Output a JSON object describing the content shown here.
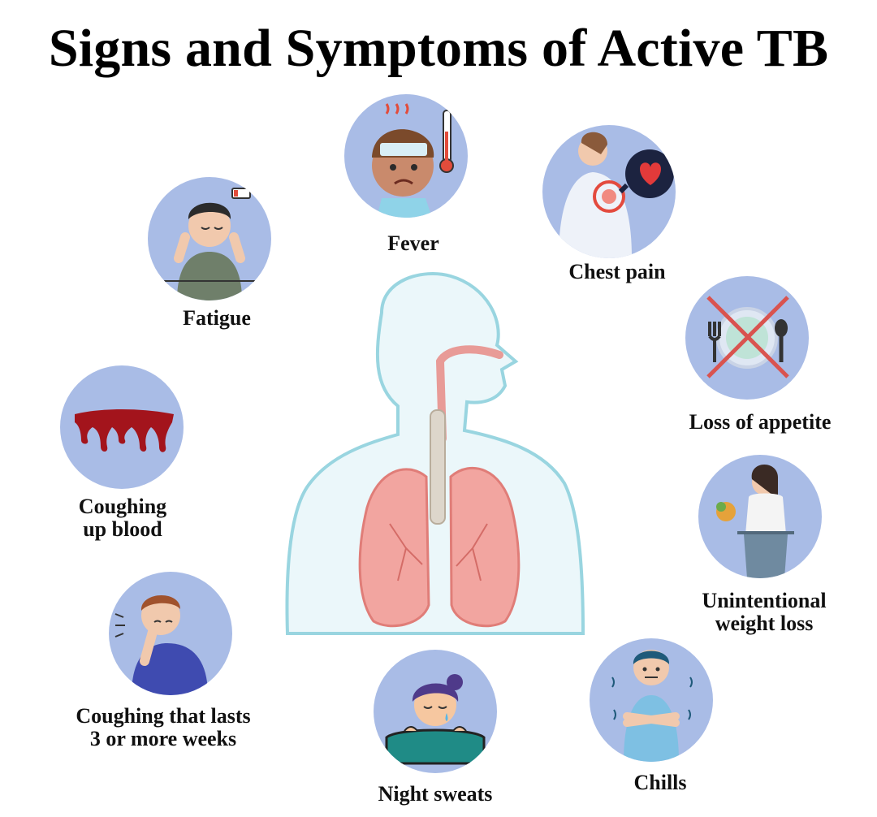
{
  "title": "Signs and Symptoms of Active TB",
  "symptoms": {
    "fever": {
      "label": "Fever"
    },
    "chest_pain": {
      "label": "Chest pain"
    },
    "fatigue": {
      "label": "Fatigue"
    },
    "loss_of_appetite": {
      "label": "Loss of appetite"
    },
    "coughing_up_blood": {
      "lines": [
        "Coughing",
        "up blood"
      ]
    },
    "weight_loss": {
      "lines": [
        "Unintentional",
        "weight loss"
      ]
    },
    "coughing_weeks": {
      "lines": [
        "Coughing that lasts",
        "3 or more weeks"
      ]
    },
    "chills": {
      "label": "Chills"
    },
    "night_sweats": {
      "label": "Night sweats"
    }
  },
  "colors": {
    "circle": "#a9bce6",
    "lungs": "#e88a86",
    "body_outline": "#8ed1dd",
    "blood": "#a3141c",
    "cross": "#d9534f"
  }
}
